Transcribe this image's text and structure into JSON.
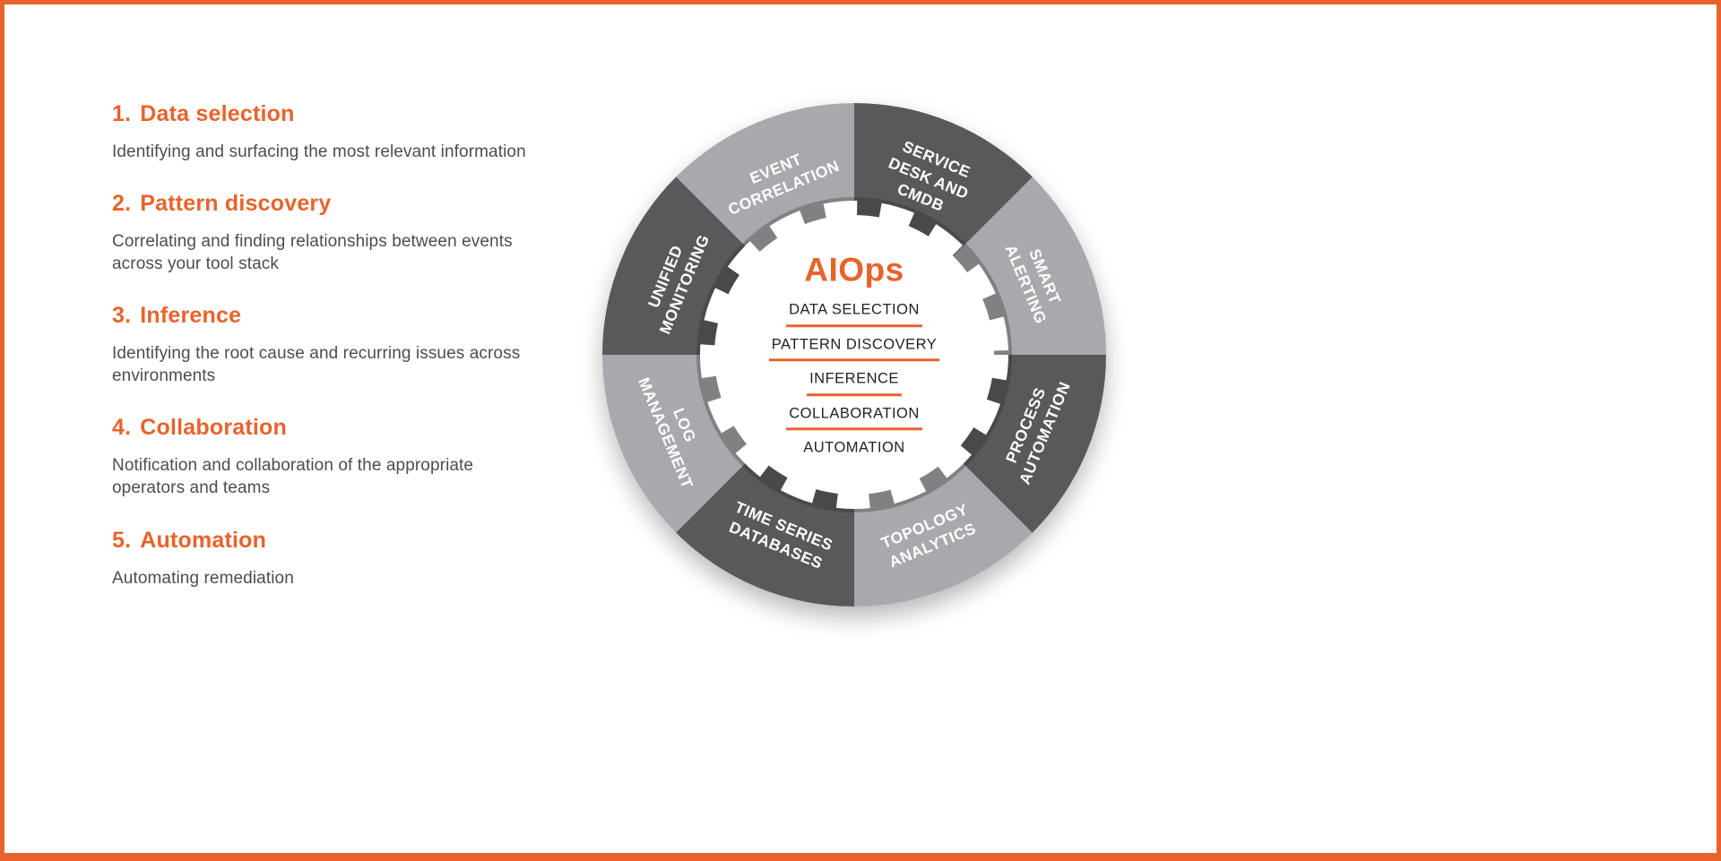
{
  "frame": {
    "border_color": "#E8632C",
    "background": "#FFFFFF"
  },
  "steps": {
    "heading_color": "#E8632C",
    "body_color": "#4D4D4F",
    "items": [
      {
        "number": "1.",
        "title": "Data selection",
        "description": "Identifying and surfacing the most relevant information"
      },
      {
        "number": "2.",
        "title": "Pattern discovery",
        "description": "Correlating and finding relationships between events across your tool stack"
      },
      {
        "number": "3.",
        "title": "Inference",
        "description": "Identifying the root cause and recurring issues across environments"
      },
      {
        "number": "4.",
        "title": "Collaboration",
        "description": "Notification and collaboration of the appropriate operators and teams"
      },
      {
        "number": "5.",
        "title": "Automation",
        "description": "Automating remediation"
      }
    ]
  },
  "wheel": {
    "center_title": "AIOps",
    "center_title_color": "#E8632C",
    "divider_color": "#E8632C",
    "center_items": [
      "DATA SELECTION",
      "PATTERN DISCOVERY",
      "INFERENCE",
      "COLLABORATION",
      "AUTOMATION"
    ],
    "segment_colors": {
      "dark": "#58595B",
      "light": "#A7A9AC"
    },
    "segments": [
      {
        "name": "service-desk-and-cmdb",
        "label": "SERVICE\nDESK AND\nCMDB",
        "shade": "dark"
      },
      {
        "name": "smart-alerting",
        "label": "SMART\nALERTING",
        "shade": "light"
      },
      {
        "name": "process-automation",
        "label": "PROCESS\nAUTOMATION",
        "shade": "dark"
      },
      {
        "name": "topology-analytics",
        "label": "TOPOLOGY\nANALYTICS",
        "shade": "light"
      },
      {
        "name": "time-series-databases",
        "label": "TIME SERIES\nDATABASES",
        "shade": "dark"
      },
      {
        "name": "log-management",
        "label": "LOG\nMANAGEMENT",
        "shade": "light"
      },
      {
        "name": "unified-monitoring",
        "label": "UNIFIED\nMONITORING",
        "shade": "dark"
      },
      {
        "name": "event-correlation",
        "label": "EVENT\nCORRELATION",
        "shade": "light"
      }
    ]
  }
}
